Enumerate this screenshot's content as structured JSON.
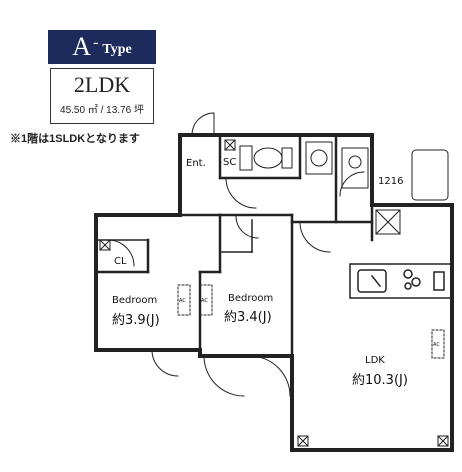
{
  "header": {
    "type_letter": "A",
    "type_separator": "-",
    "type_word": "Type",
    "layout_code": "2LDK",
    "area": "45.50 ㎡ / 13.76 坪",
    "floor_note": "※1階は1SLDKとなります"
  },
  "rooms": {
    "entrance": "Ent.",
    "shoe_closet": "SC",
    "closet": "CL",
    "bedroom1_name": "Bedroom",
    "bedroom1_size": "約3.9(J)",
    "bedroom2_name": "Bedroom",
    "bedroom2_size": "約3.4(J)",
    "ldk_name": "LDK",
    "ldk_size": "約10.3(J)",
    "shelf": "1216",
    "ac": "AC"
  }
}
